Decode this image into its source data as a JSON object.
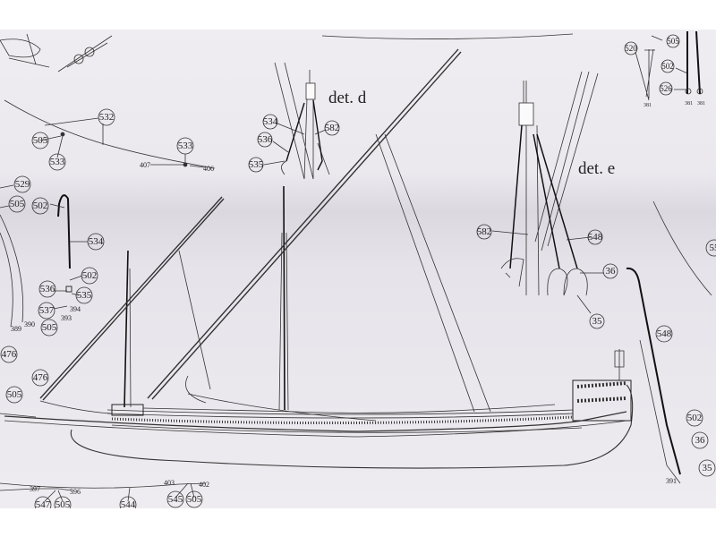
{
  "details": {
    "d": "det. d",
    "e": "det. e"
  },
  "callouts": [
    "532",
    "505",
    "533",
    "533",
    "529",
    "505",
    "502",
    "534",
    "502",
    "536",
    "535",
    "537",
    "505",
    "534",
    "582",
    "536",
    "535",
    "582",
    "548",
    "36",
    "35",
    "520",
    "505",
    "502",
    "526",
    "548",
    "476",
    "476",
    "505",
    "502",
    "36",
    "35",
    "545",
    "505",
    "544",
    "547",
    "505",
    "55"
  ],
  "small_labels": [
    "407",
    "406",
    "394",
    "393",
    "389",
    "390",
    "381",
    "381",
    "381",
    "391",
    "403",
    "402",
    "397",
    "396"
  ],
  "colors": {
    "paper": "#efedf1",
    "ink": "#222222",
    "border": "#ffffff"
  }
}
